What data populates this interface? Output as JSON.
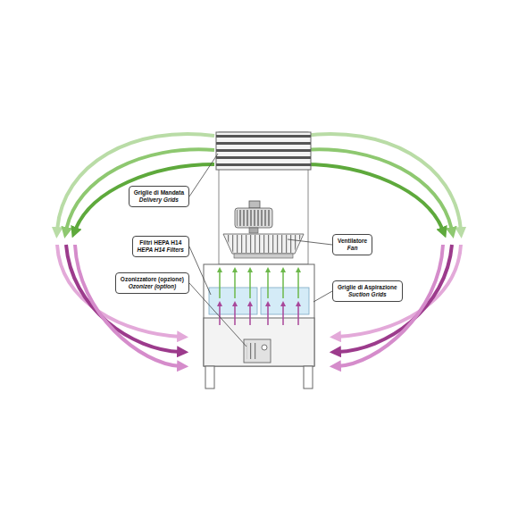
{
  "diagram": {
    "nodes": [
      {
        "text": [
          "Griglie di Mandata",
          "Delivery Grids"
        ]
      },
      {
        "text": [
          "Ventilatore",
          "Fan"
        ]
      },
      {
        "text": [
          "Filtri HEPA H14",
          "HEPA H14 Filters"
        ]
      },
      {
        "text": [
          "Ozonizzatore (opzione)",
          "Ozonizer (option)"
        ]
      },
      {
        "text": [
          "Griglie di Aspirazione",
          "Suction Grids"
        ]
      }
    ]
  }
}
